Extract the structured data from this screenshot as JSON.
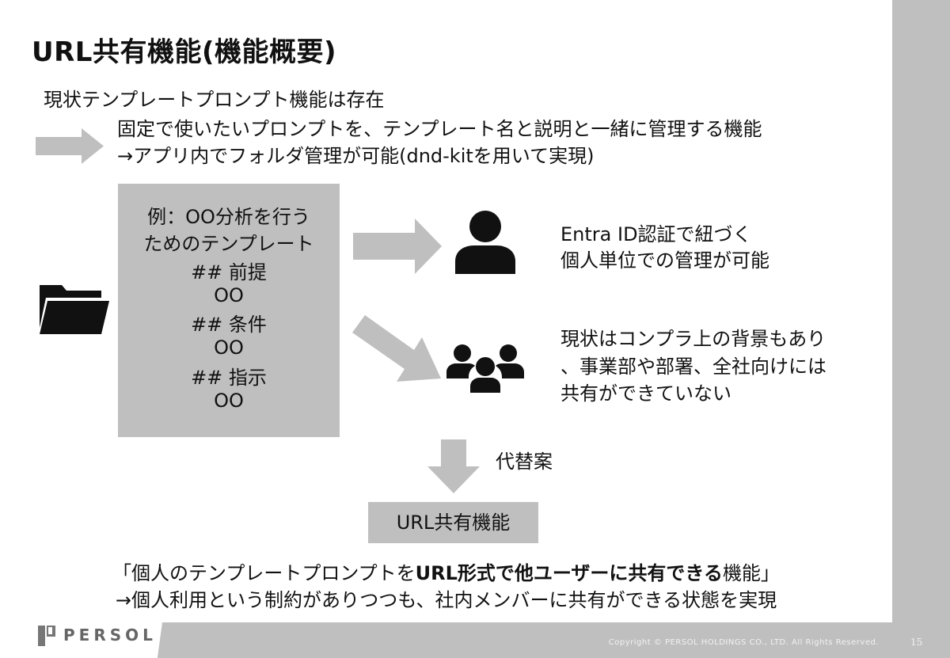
{
  "title": "URL共有機能(機能概要)",
  "intro": {
    "line1": "現状テンプレートプロンプト機能は存在",
    "line2": "固定で使いたいプロンプトを、テンプレート名と説明と一緒に管理する機能",
    "line3": "→アプリ内でフォルダ管理が可能(dnd-kitを用いて実現)"
  },
  "template_example": {
    "lines": [
      "例：OO分析を行う",
      "ためのテンプレート",
      "## 前提",
      "OO",
      "## 条件",
      "OO",
      "## 指示",
      "OO"
    ]
  },
  "personal": {
    "line1": "Entra ID認証で紐づく",
    "line2": "個人単位での管理が可能"
  },
  "group": {
    "line1": "現状はコンプラ上の背景もあり",
    "line2": "、事業部や部署、全社向けには",
    "line3": "共有ができていない"
  },
  "alternative_label": "代替案",
  "url_box_label": "URL共有機能",
  "summary": {
    "line1_pre": "「個人のテンプレートプロンプトを",
    "line1_bold": "URL形式で他ユーザーに共有できる",
    "line1_post": "機能」",
    "line2": "→個人利用という制約がありつつも、社内メンバーに共有ができる状態を実現"
  },
  "footer": {
    "brand": "PERSOL",
    "copyright": "Copyright © PERSOL HOLDINGS CO., LTD. All Rights Reserved.",
    "page_number": "15"
  },
  "colors": {
    "arrow_gray": "#bfbfbf",
    "icon_black": "#111111",
    "band_gray": "#bfbfbf"
  },
  "icons": [
    "arrow-right-icon",
    "folder-icon",
    "person-icon",
    "group-icon",
    "arrow-down-icon"
  ]
}
